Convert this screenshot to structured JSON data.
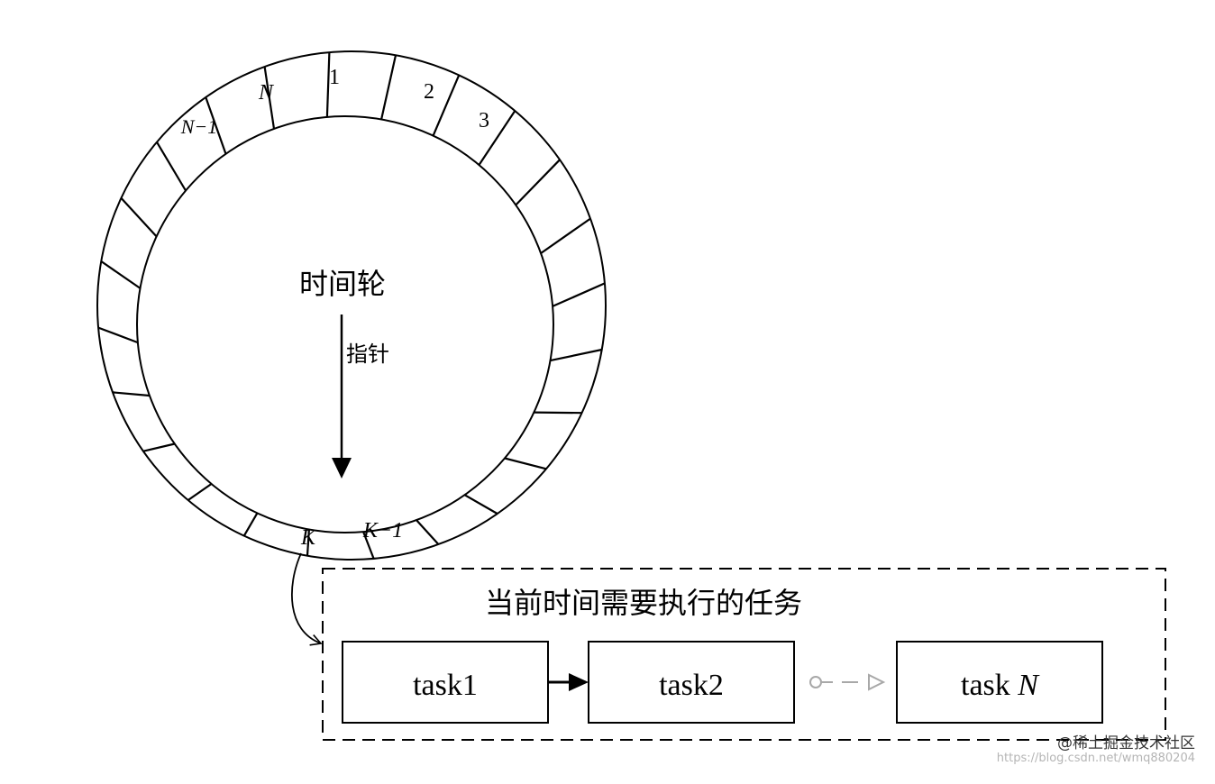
{
  "wheel": {
    "title": "时间轮",
    "pointer_label": "指针",
    "slot_count": 24,
    "slot_labels": {
      "n": "N",
      "one": "1",
      "two": "2",
      "three": "3",
      "n_minus_1": "N−1",
      "k": "K",
      "k_minus_1": "K−1"
    }
  },
  "task_group": {
    "title": "当前时间需要执行的任务",
    "tasks": [
      {
        "prefix": "task1",
        "suffix": ""
      },
      {
        "prefix": "task2",
        "suffix": ""
      },
      {
        "prefix": "task ",
        "suffix": "N"
      }
    ]
  },
  "watermark": {
    "brand": "@稀土掘金技术社区",
    "url": "https://blog.csdn.net/wmq880204"
  },
  "colors": {
    "stroke": "#000000",
    "faded_connector": "#a8a8a8",
    "background": "#ffffff"
  }
}
